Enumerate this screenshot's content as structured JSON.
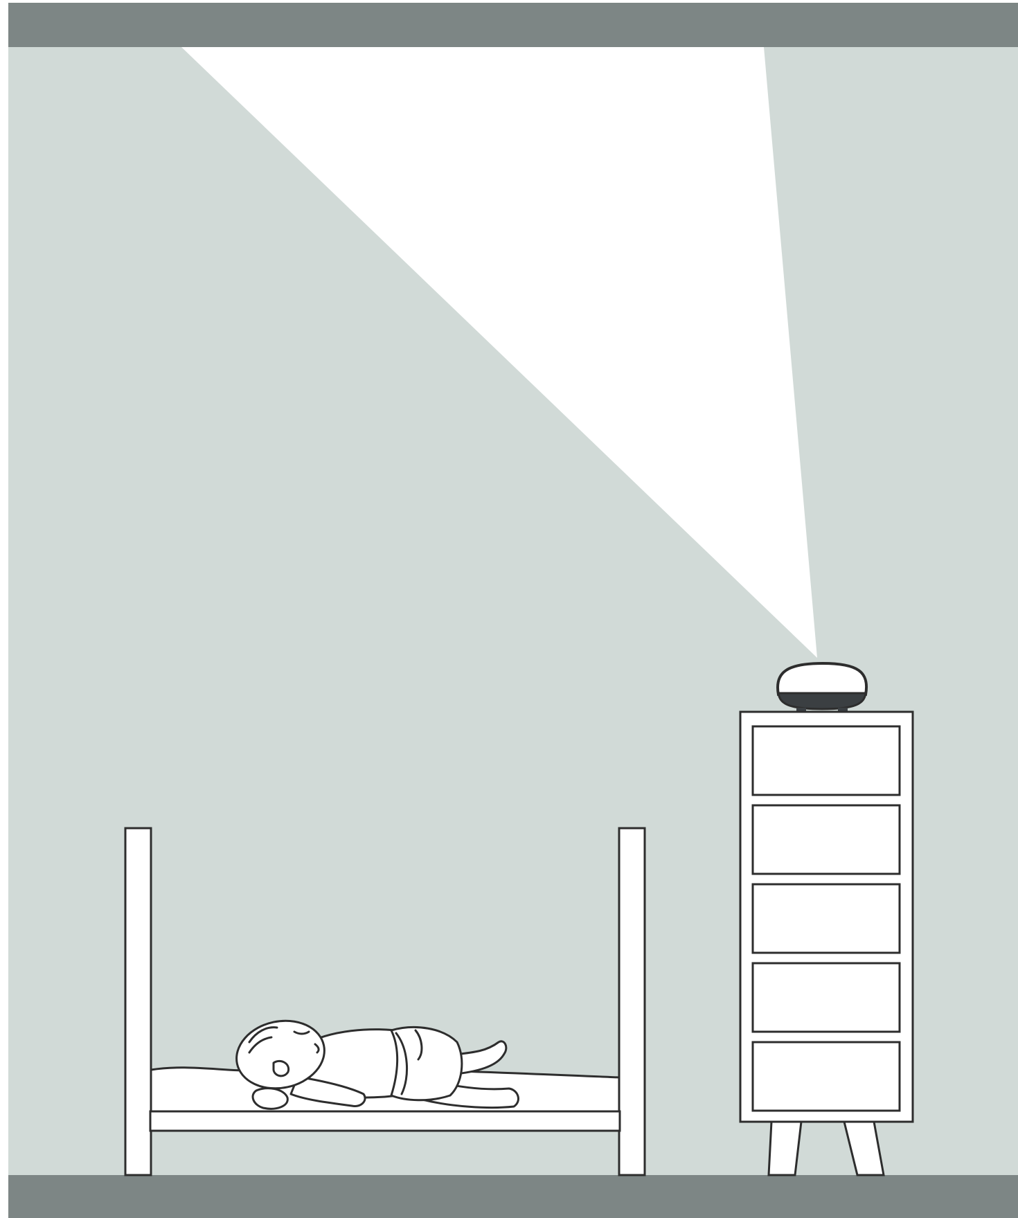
{
  "scene": {
    "objects": [
      "ceiling",
      "wall",
      "floor",
      "light-beam",
      "projector",
      "dresser",
      "bed",
      "baby"
    ]
  },
  "colors": {
    "band": "#7d8685",
    "wall": "#d1dad7",
    "light": "#ffffff",
    "outline": "#2d2d2d",
    "furniture": "#ffffff",
    "projector_dark": "#3b3f42"
  },
  "dresser": {
    "drawer_count": 5
  }
}
